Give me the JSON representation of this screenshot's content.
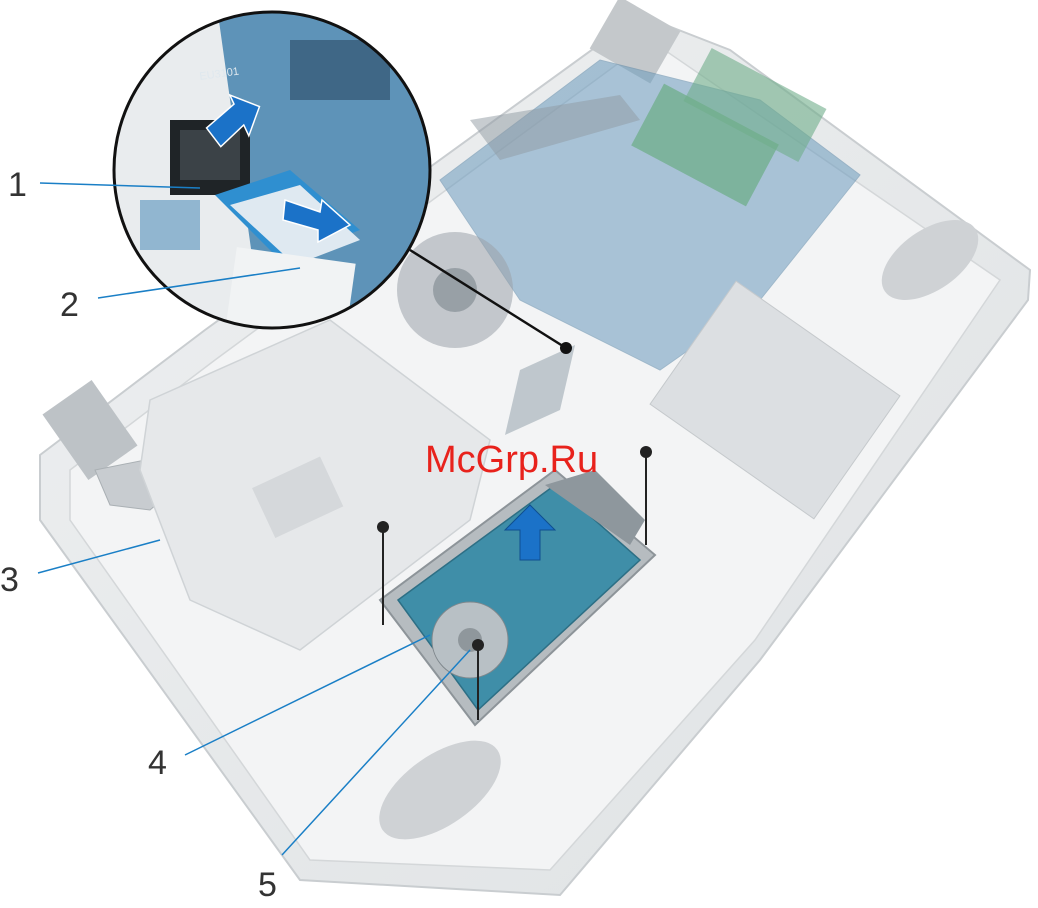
{
  "watermark": {
    "text": "McGrp.Ru",
    "color": "#e8221c"
  },
  "callouts": [
    {
      "number": "1",
      "target": "connector-latch"
    },
    {
      "number": "2",
      "target": "hard-drive-cable"
    },
    {
      "number": "3",
      "target": "palm-rest-assembly"
    },
    {
      "number": "4",
      "target": "hard-drive-assembly"
    },
    {
      "number": "5",
      "target": "screws"
    }
  ],
  "inset_label": "EU3101",
  "colors": {
    "leader_line": "#1a7fc6",
    "arrow_blue": "#1b72c8",
    "board_blue": "#5e93b8",
    "drive_teal": "#3f8ea8",
    "chassis_gray": "#e4e6e8"
  },
  "icons": [
    "arrow-up-icon",
    "arrow-right-icon",
    "screw-icon"
  ]
}
